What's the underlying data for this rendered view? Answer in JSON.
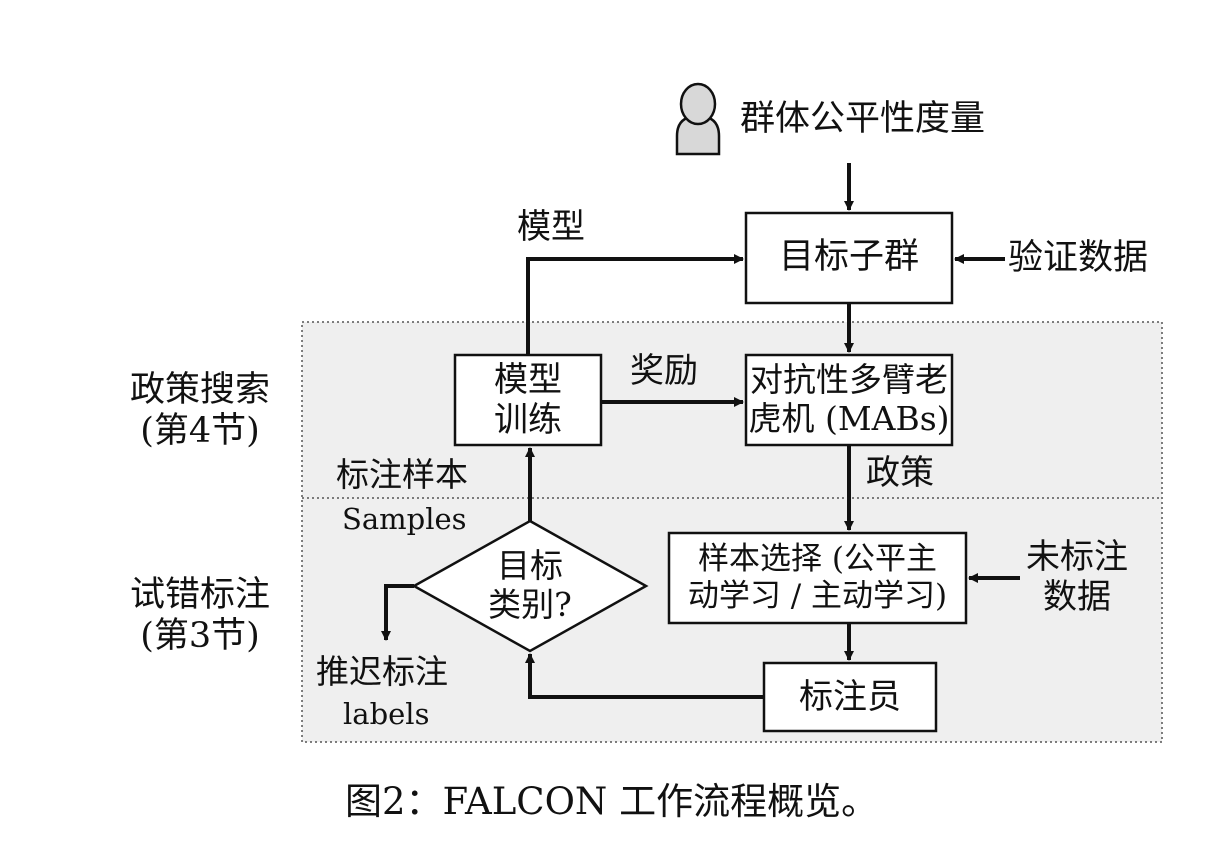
{
  "diagram": {
    "nodes": {
      "fairness_metric": "群体公平性度量",
      "target_subgroup": "目标子群",
      "validation_data": "验证数据",
      "model_training": [
        "模型",
        "训练"
      ],
      "adversarial_mab": [
        "对抗性多臂老",
        "虎机 (MABs)"
      ],
      "sample_selection": [
        "样本选择 (公平主",
        "动学习 / 主动学习)"
      ],
      "unlabeled_data": [
        "未标注",
        "数据"
      ],
      "annotator": "标注员",
      "target_class_decision": [
        "目标",
        "类别?"
      ]
    },
    "edge_labels": {
      "model": "模型",
      "reward": "奖励",
      "policy": "政策",
      "labeled_samples_cn": "标注样本",
      "labeled_samples_en": "Samples",
      "defer_label_cn": "推迟标注",
      "defer_label_en": "labels"
    },
    "regions": {
      "policy_search": [
        "政策搜索",
        "(第4节)"
      ],
      "trial_error_labeling": [
        "试错标注",
        "(第3节)"
      ]
    },
    "caption": "图2：FALCON 工作流程概览。"
  }
}
